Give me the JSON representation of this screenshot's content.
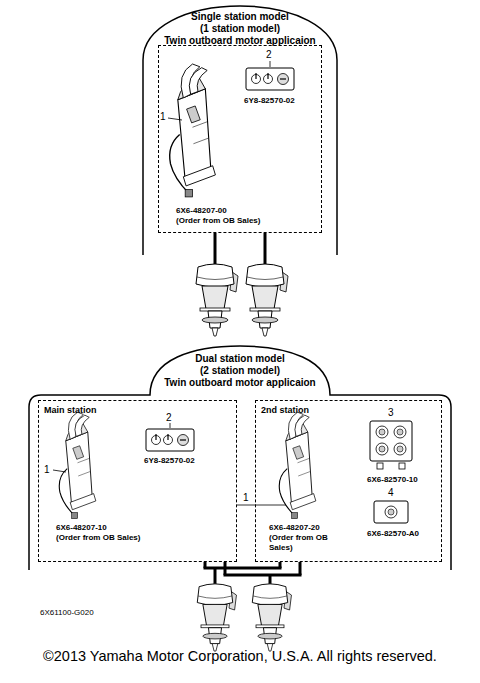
{
  "diagram": {
    "nodes": [
      {
        "text": [
          "Single station model (1 station model) Twin outboard motor applicaion"
        ]
      },
      {
        "text": [
          "6Y8-82570-02",
          "6X6-48207-00 (Order from OB Sales)"
        ],
        "in": 0
      },
      {
        "text": [
          "Dual station model (2 station model) Twin outboard motor applicaion"
        ]
      },
      {
        "text": [
          "Main station",
          "6Y8-82570-02",
          "6X6-48207-10 (Order from OB Sales)"
        ],
        "in": 2
      },
      {
        "text": [
          "2nd station",
          "6X6-82570-10",
          "6X6-48207-20 (Order from OB Sales)",
          "6X6-82570-A0"
        ],
        "in": 2
      }
    ],
    "edges": [
      {
        "from": 3,
        "to": 4,
        "arrow": "none",
        "label": "1"
      }
    ],
    "labels": [
      "2",
      "1",
      "2",
      "1",
      "3",
      "4",
      "6X61100-G020",
      "©2013 Yamaha Motor Corporation, U.S.A. All rights reserved."
    ]
  }
}
